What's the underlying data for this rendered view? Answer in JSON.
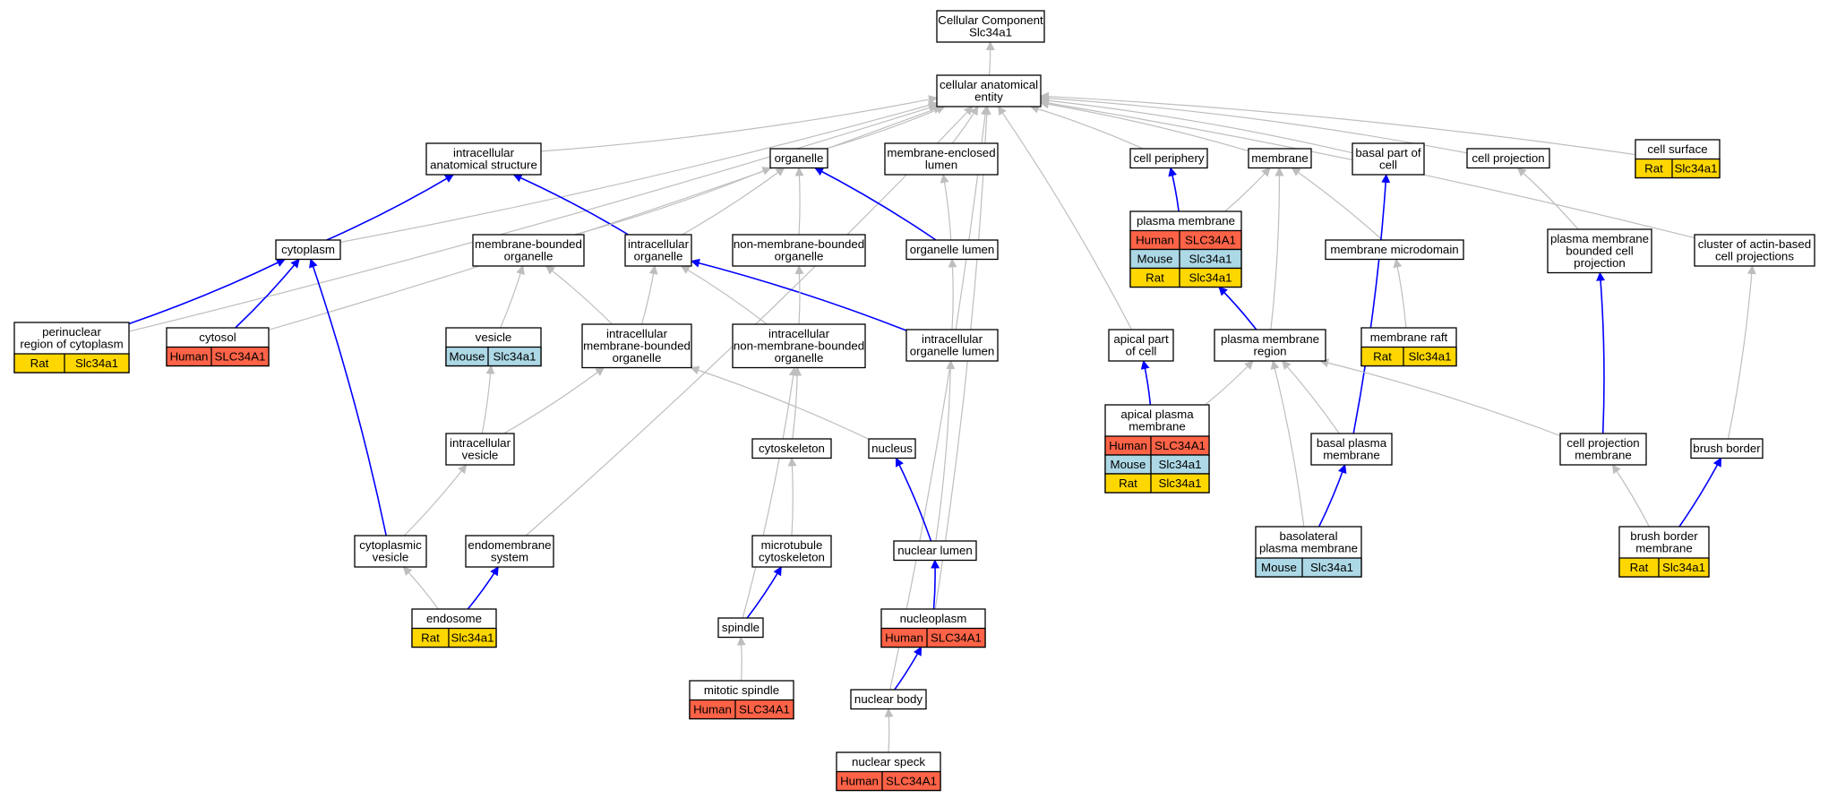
{
  "colors": {
    "human": "#ff6347",
    "mouse": "#add8e6",
    "rat": "#ffd700",
    "gray_edge": "#bebebe",
    "blue_edge": "#0000ff",
    "node_border": "#000000",
    "node_fill": "#ffffff"
  },
  "nodes": [
    {
      "id": "cc",
      "lines": [
        "Cellular Component",
        "Slc34a1"
      ]
    },
    {
      "id": "cae",
      "lines": [
        "cellular anatomical",
        "entity"
      ]
    },
    {
      "id": "ias",
      "lines": [
        "intracellular",
        "anatomical structure"
      ]
    },
    {
      "id": "org",
      "lines": [
        "organelle"
      ]
    },
    {
      "id": "mel",
      "lines": [
        "membrane-enclosed",
        "lumen"
      ]
    },
    {
      "id": "cper",
      "lines": [
        "cell periphery"
      ]
    },
    {
      "id": "mem",
      "lines": [
        "membrane"
      ]
    },
    {
      "id": "bpc",
      "lines": [
        "basal part of",
        "cell"
      ]
    },
    {
      "id": "cproj",
      "lines": [
        "cell projection"
      ]
    },
    {
      "id": "csurf",
      "lines": [
        "cell surface"
      ],
      "rows": [
        [
          "Rat",
          "Slc34a1"
        ]
      ]
    },
    {
      "id": "cyto",
      "lines": [
        "cytoplasm"
      ]
    },
    {
      "id": "mbo",
      "lines": [
        "membrane-bounded",
        "organelle"
      ]
    },
    {
      "id": "io",
      "lines": [
        "intracellular",
        "organelle"
      ]
    },
    {
      "id": "nmbo",
      "lines": [
        "non-membrane-bounded",
        "organelle"
      ]
    },
    {
      "id": "olum",
      "lines": [
        "organelle lumen"
      ]
    },
    {
      "id": "pm",
      "lines": [
        "plasma membrane"
      ],
      "rows": [
        [
          "Human",
          "SLC34A1"
        ],
        [
          "Mouse",
          "Slc34a1"
        ],
        [
          "Rat",
          "Slc34a1"
        ]
      ]
    },
    {
      "id": "mmd",
      "lines": [
        "membrane microdomain"
      ]
    },
    {
      "id": "pmbcp",
      "lines": [
        "plasma membrane",
        "bounded cell",
        "projection"
      ]
    },
    {
      "id": "cabp",
      "lines": [
        "cluster of actin-based",
        "cell projections"
      ]
    },
    {
      "id": "prc",
      "lines": [
        "perinuclear",
        "region of cytoplasm"
      ],
      "rows": [
        [
          "Rat",
          "Slc34a1"
        ]
      ]
    },
    {
      "id": "cytosol",
      "lines": [
        "cytosol"
      ],
      "rows": [
        [
          "Human",
          "SLC34A1"
        ]
      ]
    },
    {
      "id": "ves",
      "lines": [
        "vesicle"
      ],
      "rows": [
        [
          "Mouse",
          "Slc34a1"
        ]
      ]
    },
    {
      "id": "imbo",
      "lines": [
        "intracellular",
        "membrane-bounded",
        "organelle"
      ]
    },
    {
      "id": "inmbo",
      "lines": [
        "intracellular",
        "non-membrane-bounded",
        "organelle"
      ]
    },
    {
      "id": "iol",
      "lines": [
        "intracellular",
        "organelle lumen"
      ]
    },
    {
      "id": "apc",
      "lines": [
        "apical part",
        "of cell"
      ]
    },
    {
      "id": "pmr",
      "lines": [
        "plasma membrane",
        "region"
      ]
    },
    {
      "id": "mraft",
      "lines": [
        "membrane raft"
      ],
      "rows": [
        [
          "Rat",
          "Slc34a1"
        ]
      ]
    },
    {
      "id": "iv",
      "lines": [
        "intracellular",
        "vesicle"
      ]
    },
    {
      "id": "cskel",
      "lines": [
        "cytoskeleton"
      ]
    },
    {
      "id": "nuc",
      "lines": [
        "nucleus"
      ]
    },
    {
      "id": "apm",
      "lines": [
        "apical plasma",
        "membrane"
      ],
      "rows": [
        [
          "Human",
          "SLC34A1"
        ],
        [
          "Mouse",
          "Slc34a1"
        ],
        [
          "Rat",
          "Slc34a1"
        ]
      ]
    },
    {
      "id": "bpm",
      "lines": [
        "basal plasma",
        "membrane"
      ]
    },
    {
      "id": "cpm",
      "lines": [
        "cell projection",
        "membrane"
      ]
    },
    {
      "id": "bb",
      "lines": [
        "brush border"
      ]
    },
    {
      "id": "cves",
      "lines": [
        "cytoplasmic",
        "vesicle"
      ]
    },
    {
      "id": "ems",
      "lines": [
        "endomembrane",
        "system"
      ]
    },
    {
      "id": "mtc",
      "lines": [
        "microtubule",
        "cytoskeleton"
      ]
    },
    {
      "id": "nlum",
      "lines": [
        "nuclear lumen"
      ]
    },
    {
      "id": "blpm",
      "lines": [
        "basolateral",
        "plasma membrane"
      ],
      "rows": [
        [
          "Mouse",
          "Slc34a1"
        ]
      ]
    },
    {
      "id": "bbm",
      "lines": [
        "brush border",
        "membrane"
      ],
      "rows": [
        [
          "Rat",
          "Slc34a1"
        ]
      ]
    },
    {
      "id": "endo",
      "lines": [
        "endosome"
      ],
      "rows": [
        [
          "Rat",
          "Slc34a1"
        ]
      ]
    },
    {
      "id": "spindle",
      "lines": [
        "spindle"
      ]
    },
    {
      "id": "npl",
      "lines": [
        "nucleoplasm"
      ],
      "rows": [
        [
          "Human",
          "SLC34A1"
        ]
      ]
    },
    {
      "id": "msp",
      "lines": [
        "mitotic spindle"
      ],
      "rows": [
        [
          "Human",
          "SLC34A1"
        ]
      ]
    },
    {
      "id": "nbody",
      "lines": [
        "nuclear body"
      ]
    },
    {
      "id": "nspeck",
      "lines": [
        "nuclear speck"
      ],
      "rows": [
        [
          "Human",
          "SLC34A1"
        ]
      ]
    }
  ],
  "edges": [
    {
      "from": "cae",
      "to": "cc",
      "kind": "gray"
    },
    {
      "from": "ias",
      "to": "cae",
      "kind": "gray"
    },
    {
      "from": "org",
      "to": "cae",
      "kind": "gray"
    },
    {
      "from": "mel",
      "to": "cae",
      "kind": "gray"
    },
    {
      "from": "cper",
      "to": "cae",
      "kind": "gray"
    },
    {
      "from": "mem",
      "to": "cae",
      "kind": "gray"
    },
    {
      "from": "bpc",
      "to": "cae",
      "kind": "gray"
    },
    {
      "from": "cproj",
      "to": "cae",
      "kind": "gray"
    },
    {
      "from": "csurf",
      "to": "cae",
      "kind": "gray"
    },
    {
      "from": "cabp",
      "to": "cae",
      "kind": "gray"
    },
    {
      "from": "prc",
      "to": "cae",
      "kind": "gray"
    },
    {
      "from": "cytosol",
      "to": "cae",
      "kind": "gray"
    },
    {
      "from": "cyto",
      "to": "cae",
      "kind": "gray"
    },
    {
      "from": "ems",
      "to": "cae",
      "kind": "gray"
    },
    {
      "from": "nbody",
      "to": "cae",
      "kind": "gray"
    },
    {
      "from": "npl",
      "to": "cae",
      "kind": "gray"
    },
    {
      "from": "apc",
      "to": "cae",
      "kind": "gray"
    },
    {
      "from": "cyto",
      "to": "ias",
      "kind": "blue"
    },
    {
      "from": "io",
      "to": "ias",
      "kind": "blue"
    },
    {
      "from": "mbo",
      "to": "org",
      "kind": "gray"
    },
    {
      "from": "io",
      "to": "org",
      "kind": "gray"
    },
    {
      "from": "nmbo",
      "to": "org",
      "kind": "gray"
    },
    {
      "from": "olum",
      "to": "org",
      "kind": "blue"
    },
    {
      "from": "olum",
      "to": "mel",
      "kind": "gray"
    },
    {
      "from": "pm",
      "to": "cper",
      "kind": "blue"
    },
    {
      "from": "pm",
      "to": "mem",
      "kind": "gray"
    },
    {
      "from": "mmd",
      "to": "mem",
      "kind": "gray"
    },
    {
      "from": "pmr",
      "to": "mem",
      "kind": "gray"
    },
    {
      "from": "bpm",
      "to": "bpc",
      "kind": "blue"
    },
    {
      "from": "pmbcp",
      "to": "cproj",
      "kind": "gray"
    },
    {
      "from": "prc",
      "to": "cyto",
      "kind": "blue"
    },
    {
      "from": "cytosol",
      "to": "cyto",
      "kind": "blue"
    },
    {
      "from": "cves",
      "to": "cyto",
      "kind": "blue"
    },
    {
      "from": "ves",
      "to": "mbo",
      "kind": "gray"
    },
    {
      "from": "imbo",
      "to": "mbo",
      "kind": "gray"
    },
    {
      "from": "imbo",
      "to": "io",
      "kind": "gray"
    },
    {
      "from": "inmbo",
      "to": "io",
      "kind": "gray"
    },
    {
      "from": "iol",
      "to": "io",
      "kind": "blue"
    },
    {
      "from": "inmbo",
      "to": "nmbo",
      "kind": "gray"
    },
    {
      "from": "iol",
      "to": "olum",
      "kind": "gray"
    },
    {
      "from": "pmr",
      "to": "pm",
      "kind": "blue"
    },
    {
      "from": "mraft",
      "to": "mmd",
      "kind": "gray"
    },
    {
      "from": "cpm",
      "to": "pmbcp",
      "kind": "blue"
    },
    {
      "from": "bb",
      "to": "cabp",
      "kind": "gray"
    },
    {
      "from": "iv",
      "to": "ves",
      "kind": "gray"
    },
    {
      "from": "iv",
      "to": "imbo",
      "kind": "gray"
    },
    {
      "from": "nuc",
      "to": "imbo",
      "kind": "gray"
    },
    {
      "from": "cskel",
      "to": "inmbo",
      "kind": "gray"
    },
    {
      "from": "spindle",
      "to": "inmbo",
      "kind": "gray"
    },
    {
      "from": "nlum",
      "to": "iol",
      "kind": "gray"
    },
    {
      "from": "apm",
      "to": "apc",
      "kind": "blue"
    },
    {
      "from": "apm",
      "to": "pmr",
      "kind": "gray"
    },
    {
      "from": "bpm",
      "to": "pmr",
      "kind": "gray"
    },
    {
      "from": "cpm",
      "to": "pmr",
      "kind": "gray"
    },
    {
      "from": "blpm",
      "to": "pmr",
      "kind": "gray"
    },
    {
      "from": "cves",
      "to": "iv",
      "kind": "gray"
    },
    {
      "from": "mtc",
      "to": "cskel",
      "kind": "gray"
    },
    {
      "from": "nlum",
      "to": "nuc",
      "kind": "blue"
    },
    {
      "from": "blpm",
      "to": "bpm",
      "kind": "blue"
    },
    {
      "from": "bbm",
      "to": "cpm",
      "kind": "gray"
    },
    {
      "from": "bbm",
      "to": "bb",
      "kind": "blue"
    },
    {
      "from": "endo",
      "to": "cves",
      "kind": "gray"
    },
    {
      "from": "endo",
      "to": "ems",
      "kind": "blue"
    },
    {
      "from": "spindle",
      "to": "mtc",
      "kind": "blue"
    },
    {
      "from": "npl",
      "to": "nlum",
      "kind": "blue"
    },
    {
      "from": "msp",
      "to": "spindle",
      "kind": "gray"
    },
    {
      "from": "nbody",
      "to": "npl",
      "kind": "blue"
    },
    {
      "from": "nspeck",
      "to": "nbody",
      "kind": "gray"
    }
  ]
}
